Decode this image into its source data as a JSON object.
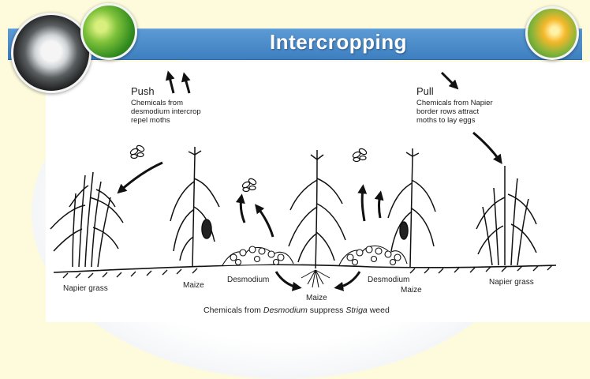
{
  "header": {
    "title": "Intercropping",
    "bar_color": "#4a8bcb"
  },
  "push": {
    "heading": "Push",
    "line1": "Chemicals from",
    "line2": "desmodium intercrop",
    "line3": "repel moths"
  },
  "pull": {
    "heading": "Pull",
    "line1": "Chemicals from Napier",
    "line2": "border rows attract",
    "line3": "moths to lay eggs"
  },
  "labels": {
    "napier_left": "Napier grass",
    "maize_left": "Maize",
    "desmodium_left": "Desmodium",
    "maize_center": "Maize",
    "desmodium_right": "Desmodium",
    "maize_right": "Maize",
    "napier_right": "Napier grass"
  },
  "caption": {
    "part1": "Chemicals from ",
    "part2": "Desmodium",
    "part3": " suppress ",
    "part4": "Striga",
    "part5": " weed"
  },
  "icons": [
    "dandelion-photo",
    "leaf-photo",
    "flower-photo",
    "moth-icon",
    "arrow-icon"
  ]
}
